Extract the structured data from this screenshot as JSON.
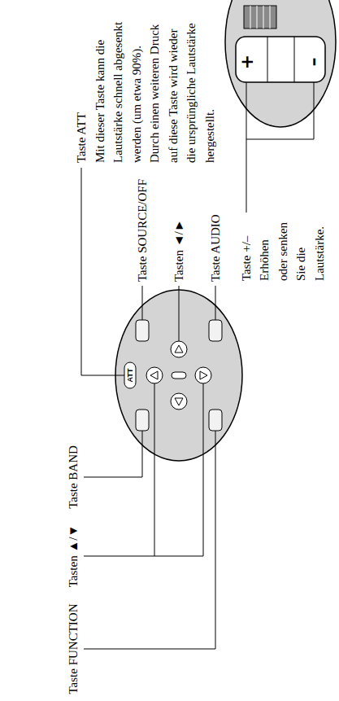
{
  "diagram": {
    "labels": [
      "Taste ATT",
      "Mit dieser Taste kann die Lautstärke schnell abgesenkt werden (um etwa 90%). Durch einen weiteren Druck auf diese Taste wird wieder die ursprüngliche Lautstärke hergestellt.",
      "Taste SOURCE/OFF",
      "Tasten ◄/►",
      "Taste AUDIO",
      "Taste BAND",
      "Tasten ▲/▼",
      "Taste FUNCTION",
      "Taste +/– Erhöhen oder senken Sie die Lautstärke.",
      "ATT",
      "+",
      "–"
    ]
  }
}
